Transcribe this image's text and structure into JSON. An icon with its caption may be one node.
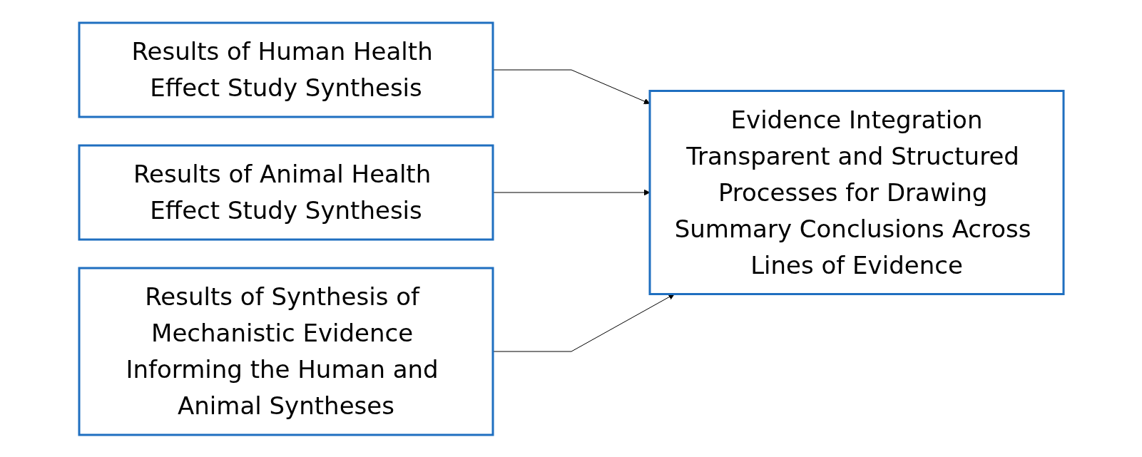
{
  "diagram": {
    "nodes": [
      {
        "text": [
          "Results of Human Health Effect Study Synthesis"
        ]
      },
      {
        "text": [
          "Results of Animal Health Effect Study Synthesis"
        ]
      },
      {
        "text": [
          "Results of Synthesis of Mechanistic Evidence Informing the Human and Animal Syntheses"
        ]
      },
      {
        "text": [
          "Evidence Integration",
          "Transparent and Structured Processes for Drawing Summary Conclusions Across Lines of Evidence"
        ]
      }
    ],
    "edges": [
      {
        "from": 0,
        "to": 3,
        "arrow": "to"
      },
      {
        "from": 1,
        "to": 3,
        "arrow": "to"
      },
      {
        "from": 2,
        "to": 3,
        "arrow": "to"
      }
    ]
  }
}
